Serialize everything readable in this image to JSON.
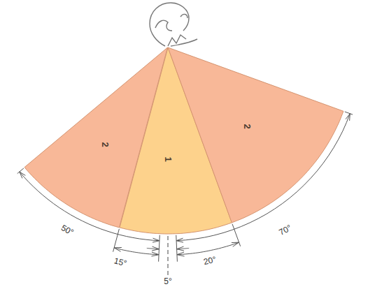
{
  "diagram": {
    "nodes": [
      {
        "text": [
          "2"
        ]
      },
      {
        "text": [
          "1"
        ]
      },
      {
        "text": [
          "2"
        ]
      }
    ],
    "labels": [
      "50°",
      "15°",
      "5°",
      "20°",
      "70°"
    ]
  }
}
